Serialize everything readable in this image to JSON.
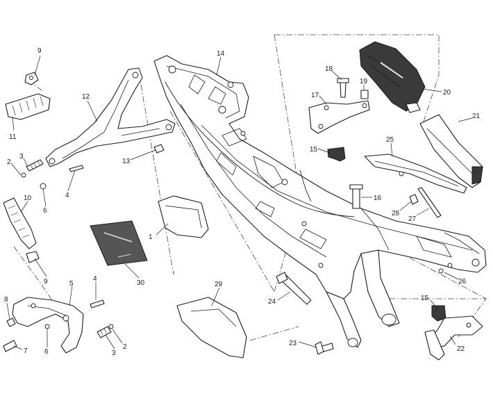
{
  "callouts": [
    {
      "id": "c1",
      "text": "1"
    },
    {
      "id": "c2a",
      "text": "2"
    },
    {
      "id": "c2b",
      "text": "2"
    },
    {
      "id": "c3a",
      "text": "3"
    },
    {
      "id": "c3b",
      "text": "3"
    },
    {
      "id": "c4a",
      "text": "4"
    },
    {
      "id": "c4b",
      "text": "4"
    },
    {
      "id": "c5",
      "text": "5"
    },
    {
      "id": "c6a",
      "text": "6"
    },
    {
      "id": "c6b",
      "text": "6"
    },
    {
      "id": "c7",
      "text": "7"
    },
    {
      "id": "c8",
      "text": "8"
    },
    {
      "id": "c9a",
      "text": "9"
    },
    {
      "id": "c9b",
      "text": "9"
    },
    {
      "id": "c10",
      "text": "10"
    },
    {
      "id": "c11",
      "text": "11"
    },
    {
      "id": "c12",
      "text": "12"
    },
    {
      "id": "c13",
      "text": "13"
    },
    {
      "id": "c14",
      "text": "14"
    },
    {
      "id": "c15a",
      "text": "15"
    },
    {
      "id": "c15b",
      "text": "15"
    },
    {
      "id": "c16",
      "text": "16"
    },
    {
      "id": "c17",
      "text": "17"
    },
    {
      "id": "c18",
      "text": "18"
    },
    {
      "id": "c19",
      "text": "19"
    },
    {
      "id": "c20",
      "text": "20"
    },
    {
      "id": "c21",
      "text": "21"
    },
    {
      "id": "c22",
      "text": "22"
    },
    {
      "id": "c23",
      "text": "23"
    },
    {
      "id": "c24",
      "text": "24"
    },
    {
      "id": "c25",
      "text": "25"
    },
    {
      "id": "c26",
      "text": "26"
    },
    {
      "id": "c27",
      "text": "27"
    },
    {
      "id": "c28",
      "text": "28"
    },
    {
      "id": "c29",
      "text": "29"
    },
    {
      "id": "c30",
      "text": "30"
    }
  ],
  "colors": {
    "line": "#1a1a1a",
    "dark_part": "#3a3a3a",
    "background": "#ffffff"
  }
}
